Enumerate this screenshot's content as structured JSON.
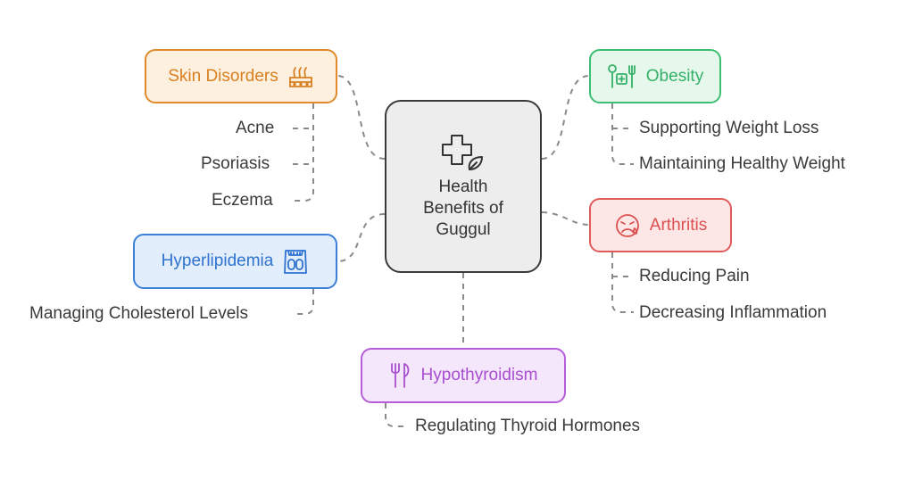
{
  "center": {
    "label_lines": [
      "Health",
      "Benefits of",
      "Guggul"
    ],
    "icon": "health-plus-leaf-icon"
  },
  "nodes": {
    "skin": {
      "label": "Skin Disorders",
      "icon": "skin-layers-icon",
      "color": "#e08a2c",
      "fill": "#fdf0df",
      "items": [
        "Acne",
        "Psoriasis",
        "Eczema"
      ]
    },
    "obesity": {
      "label": "Obesity",
      "icon": "scale-cutlery-icon",
      "color": "#3cbf72",
      "fill": "#e6f7ec",
      "items": [
        "Supporting Weight Loss",
        "Maintaining Healthy Weight"
      ]
    },
    "arthritis": {
      "label": "Arthritis",
      "icon": "pain-face-icon",
      "color": "#e05a5a",
      "fill": "#fde6e6",
      "items": [
        "Reducing Pain",
        "Decreasing Inflammation"
      ]
    },
    "hyperlipidemia": {
      "label": "Hyperlipidemia",
      "icon": "weighing-scale-icon",
      "color": "#3b7fd9",
      "fill": "#e3eefc",
      "items": [
        "Managing Cholesterol Levels"
      ]
    },
    "hypothyroidism": {
      "label": "Hypothyroidism",
      "icon": "fork-knife-icon",
      "color": "#b55ddb",
      "fill": "#f4e6fb",
      "items": [
        "Regulating Thyroid Hormones"
      ]
    }
  },
  "colors": {
    "connector": "#8a8a8a",
    "center_border": "#3a3a3a",
    "center_fill": "#ededed"
  }
}
